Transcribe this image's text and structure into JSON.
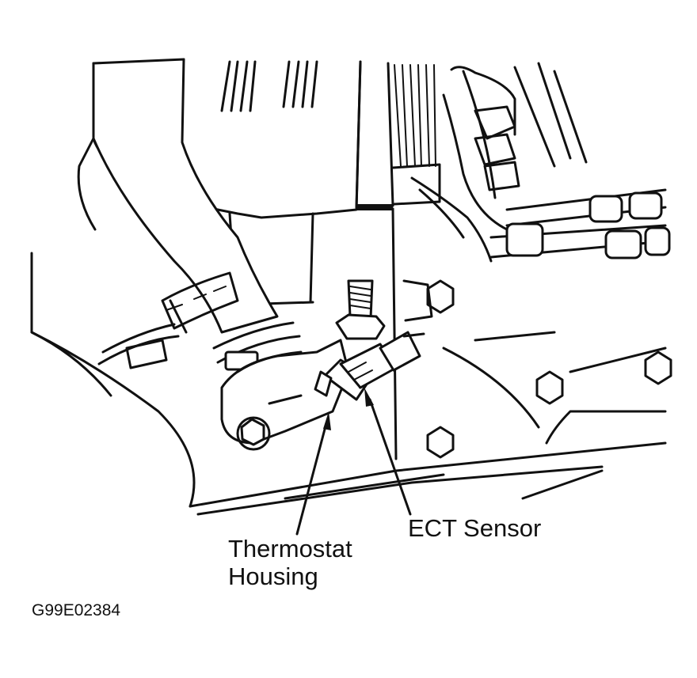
{
  "callouts": {
    "ect_sensor": "ECT Sensor",
    "thermostat_housing_line1": "Thermostat",
    "thermostat_housing_line2": "Housing"
  },
  "figure_id": "G99E02384",
  "colors": {
    "ink": "#111111",
    "paper": "#ffffff"
  }
}
